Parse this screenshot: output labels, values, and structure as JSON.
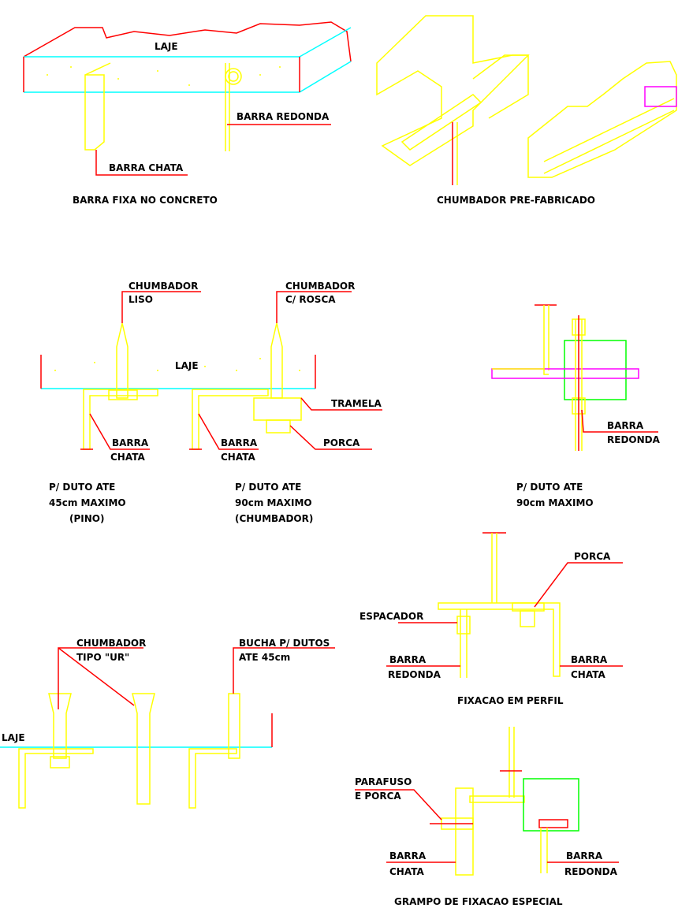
{
  "palette": {
    "yellow": "#ffff00",
    "red": "#ff0000",
    "cyan": "#00ffff",
    "green": "#00ff00",
    "magenta": "#ff00ff",
    "text": "#000000"
  },
  "details": {
    "barra_fixa": {
      "laje": "LAJE",
      "barra_redonda": "BARRA REDONDA",
      "barra_chata": "BARRA CHATA",
      "caption": "BARRA FIXA NO CONCRETO"
    },
    "chumbador_pre": {
      "caption": "CHUMBADOR PRE-FABRICADO"
    },
    "pino": {
      "chumbador1": "CHUMBADOR",
      "liso": "LISO",
      "chumbador2": "CHUMBADOR",
      "c_rosca": "C/ ROSCA",
      "laje": "LAJE",
      "tramela": "TRAMELA",
      "barra1": "BARRA",
      "chata1": "CHATA",
      "barra2": "BARRA",
      "chata2": "CHATA",
      "porca": "PORCA",
      "cap1_l1": "P/ DUTO ATE",
      "cap1_l2": "45cm MAXIMO",
      "cap1_l3": "(PINO)",
      "cap2_l1": "P/ DUTO ATE",
      "cap2_l2": "90cm MAXIMO",
      "cap2_l3": "(CHUMBADOR)"
    },
    "duto90": {
      "barra": "BARRA",
      "redonda": "REDONDA",
      "cap_l1": "P/ DUTO ATE",
      "cap_l2": "90cm MAXIMO"
    },
    "perfil": {
      "porca": "PORCA",
      "espacador": "ESPACADOR",
      "barra1": "BARRA",
      "redonda": "REDONDA",
      "barra2": "BARRA",
      "chata": "CHATA",
      "caption": "FIXACAO EM PERFIL"
    },
    "ur": {
      "chumbador": "CHUMBADOR",
      "tipo": "TIPO \"UR\"",
      "bucha": "BUCHA P/ DUTOS",
      "ate": "ATE 45cm",
      "laje": "LAJE"
    },
    "grampo": {
      "parafuso": "PARAFUSO",
      "e_porca": "E PORCA",
      "barra1": "BARRA",
      "chata": "CHATA",
      "barra2": "BARRA",
      "redonda": "REDONDA",
      "caption": "GRAMPO DE FIXACAO ESPECIAL"
    }
  }
}
